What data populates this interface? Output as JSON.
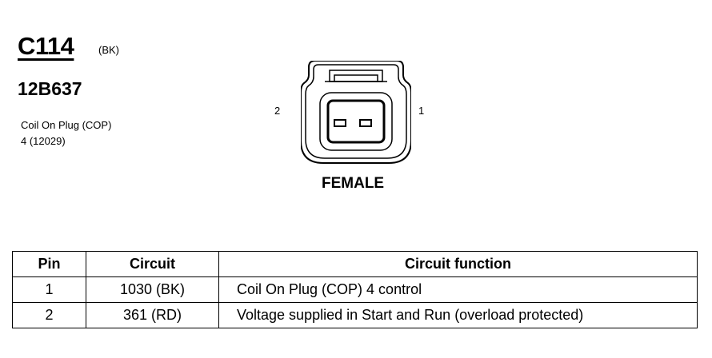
{
  "header": {
    "connector_id": "C114",
    "color_code": "(BK)",
    "part_number": "12B637",
    "description_line1": "Coil On Plug (COP)",
    "description_line2": "4 (12029)"
  },
  "diagram": {
    "pin_left": "2",
    "pin_right": "1",
    "gender": "FEMALE"
  },
  "table": {
    "headers": [
      "Pin",
      "Circuit",
      "Circuit function"
    ],
    "rows": [
      {
        "pin": "1",
        "circuit": "1030 (BK)",
        "function": "Coil On Plug (COP) 4  control"
      },
      {
        "pin": "2",
        "circuit": "361 (RD)",
        "function": "Voltage supplied in Start and Run (overload protected)"
      }
    ]
  }
}
